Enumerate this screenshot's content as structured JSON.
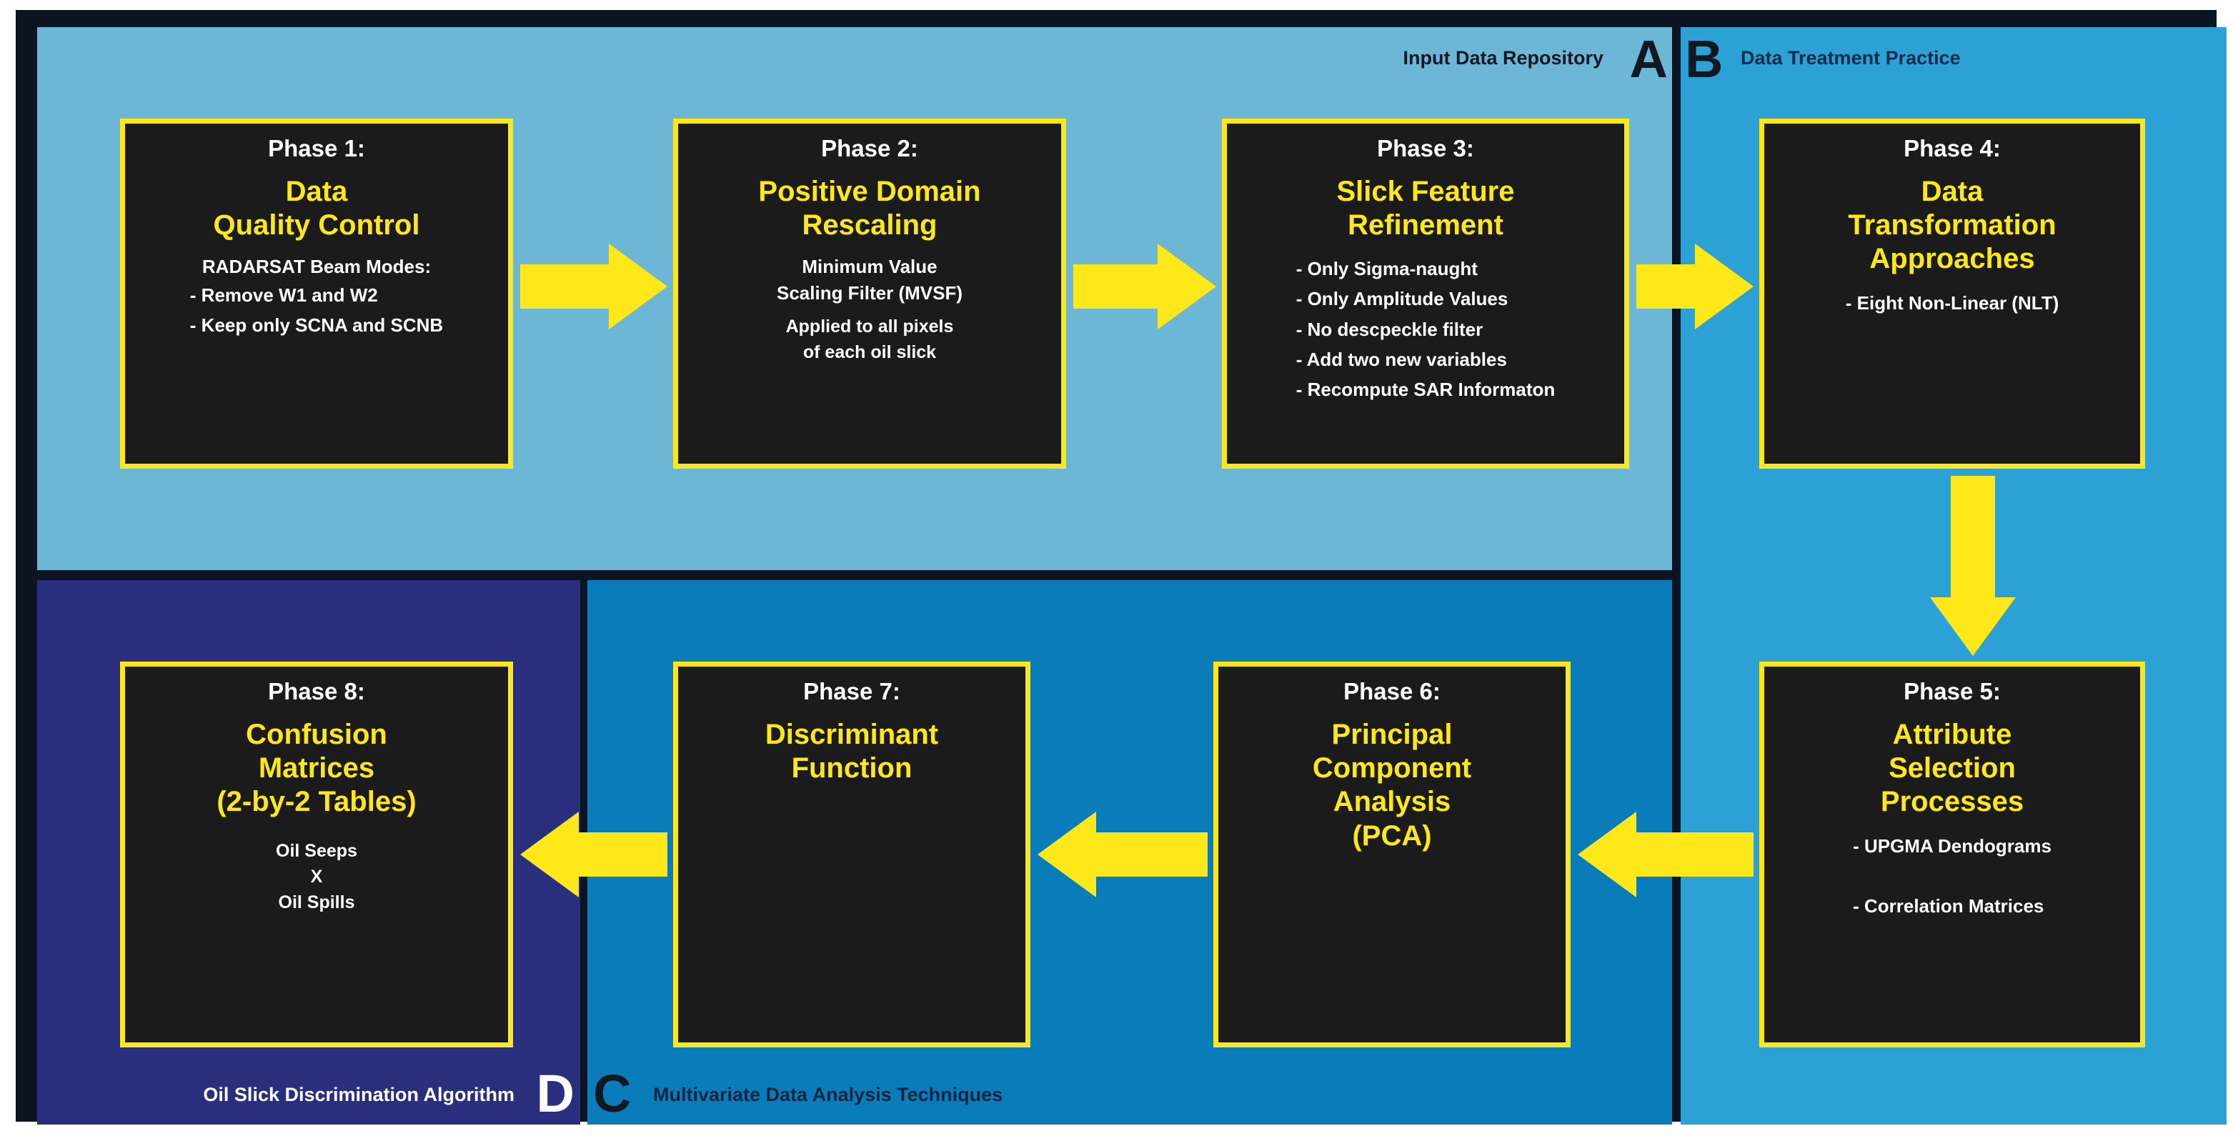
{
  "panels": [
    {
      "id": "A",
      "letter": "A",
      "caption": "Input Data Repository"
    },
    {
      "id": "B",
      "letter": "B",
      "caption": "Data Treatment Practice"
    },
    {
      "id": "C",
      "letter": "C",
      "caption": "Multivariate Data Analysis Techniques"
    },
    {
      "id": "D",
      "letter": "D",
      "caption": "Oil Slick Discrimination Algorithm"
    }
  ],
  "boxes": {
    "box1": {
      "phase": "Phase 1:",
      "title": "Data\nQuality Control",
      "sub": "RADARSAT Beam Modes:",
      "bullets": "- Remove W1 and W2\n- Keep only SCNA and SCNB"
    },
    "box2": {
      "phase": "Phase 2:",
      "title": "Positive Domain\nRescaling",
      "sub": "Minimum Value\nScaling Filter (MVSF)",
      "sub2": "Applied to all pixels\nof each oil slick"
    },
    "box3": {
      "phase": "Phase 3:",
      "title": "Slick Feature\nRefinement",
      "bullets": "- Only Sigma-naught\n- Only Amplitude Values\n- No descpeckle filter\n- Add two new variables\n- Recompute SAR Informaton"
    },
    "box4": {
      "phase": "Phase 4:",
      "title": "Data\nTransformation\nApproaches",
      "bullets": "- Eight Non-Linear (NLT)"
    },
    "box5": {
      "phase": "Phase 5:",
      "title": "Attribute\nSelection\nProcesses",
      "bullets": "- UPGMA Dendograms\n\n- Correlation Matrices"
    },
    "box6": {
      "phase": "Phase 6:",
      "title": "Principal\nComponent\nAnalysis\n(PCA)"
    },
    "box7": {
      "phase": "Phase 7:",
      "title": "Discriminant\nFunction"
    },
    "box8": {
      "phase": "Phase 8:",
      "title": "Confusion\nMatrices\n(2-by-2 Tables)",
      "sub2": "Oil Seeps\nX\nOil Spills"
    }
  },
  "colors": {
    "panel_a": "#6cb7d6",
    "panel_b": "#2ba1d6",
    "panel_c": "#0b7cba",
    "panel_d": "#2a2f7d",
    "box_fill": "#1b1b1b",
    "box_border": "#ffe81a",
    "arrow": "#ffe81a",
    "title_text": "#ffe81a",
    "body_text": "#ffffff",
    "frame": "#0b1420"
  }
}
